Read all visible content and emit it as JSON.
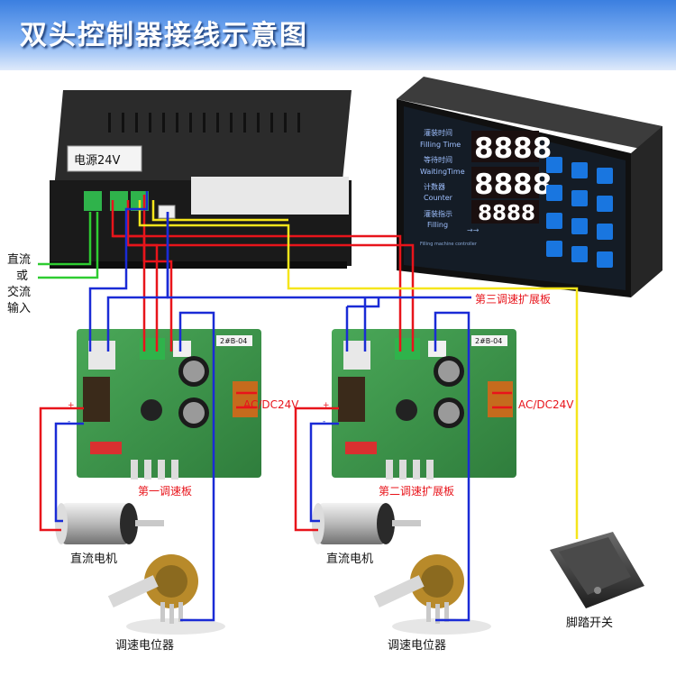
{
  "title": "双头控制器接线示意图",
  "power_supply": {
    "label": "电源24V"
  },
  "controller": {
    "display_labels": [
      {
        "cn": "灌装时间",
        "en": "Filling Time"
      },
      {
        "cn": "等待时间",
        "en": "WaitingTime"
      },
      {
        "cn": "计数器",
        "en": "Counter"
      },
      {
        "cn": "灌装指示",
        "en": "Filling"
      }
    ],
    "digits": [
      "8888",
      "8888",
      "8888"
    ],
    "footer_text": "Filling machine controller"
  },
  "input_label": [
    "直流",
    "或",
    "交流",
    "输入"
  ],
  "boards": [
    {
      "label": "第一调速板",
      "ac_label": "AC/DC24V",
      "code": "2#B-04",
      "motor_label": "直流电机",
      "pot_label": "调速电位器"
    },
    {
      "label": "第二调速扩展板",
      "ac_label": "AC/DC24V",
      "code": "2#B-04",
      "motor_label": "直流电机",
      "pot_label": "调速电位器"
    }
  ],
  "third_board_label": "第三调速扩展板",
  "footswitch_label": "脚踏开关",
  "colors": {
    "red_wire": "#e8141b",
    "blue_wire": "#1a2bd6",
    "yellow_wire": "#f5e51b",
    "green_wire": "#2ecc31",
    "pcb": "#3c9a4a",
    "title_bg": "#4a8be6"
  }
}
